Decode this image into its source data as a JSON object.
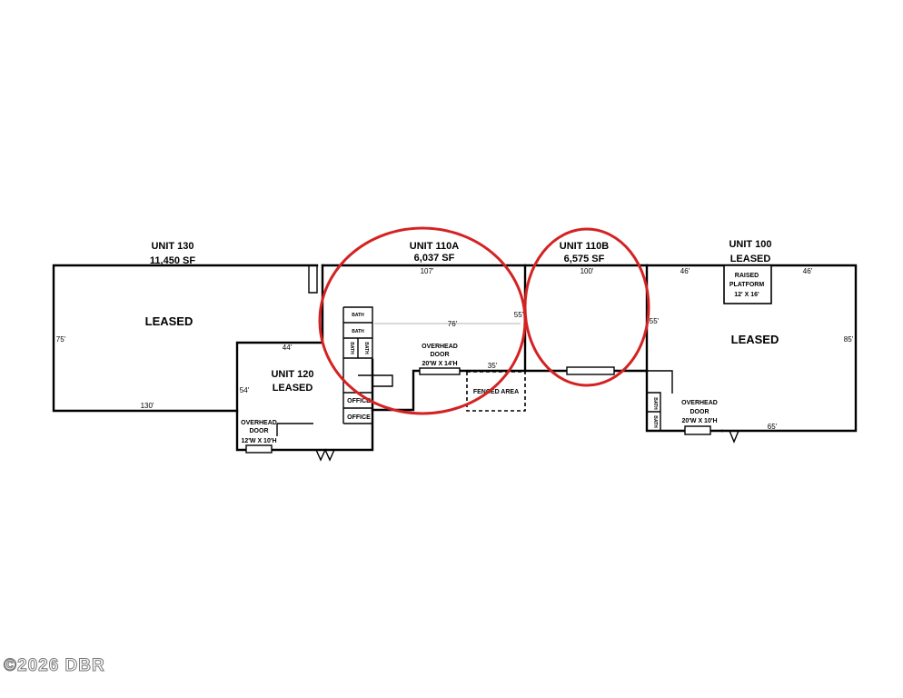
{
  "units": {
    "unit130": {
      "name": "UNIT 130",
      "area": "11,450 SF",
      "status": "LEASED"
    },
    "unit110a": {
      "name": "UNIT 110A",
      "area": "6,037 SF"
    },
    "unit110b": {
      "name": "UNIT 110B",
      "area": "6,575 SF"
    },
    "unit100": {
      "name": "UNIT 100",
      "status_top": "LEASED",
      "status": "LEASED"
    },
    "unit120": {
      "name": "UNIT 120",
      "status": "LEASED"
    }
  },
  "dimensions": {
    "d107": "107'",
    "d100": "100'",
    "d46a": "46'",
    "d46b": "46'",
    "d75": "75'",
    "d130": "130'",
    "d44": "44'",
    "d54": "54'",
    "d76": "76'",
    "d55a": "55'",
    "d55b": "55'",
    "d35": "35'",
    "d85": "85'",
    "d65": "65'"
  },
  "features": {
    "raised_platform": {
      "line1": "RAISED",
      "line2": "PLATFORM",
      "line3": "12' X 16'"
    },
    "overhead_110a": {
      "line1": "OVERHEAD",
      "line2": "DOOR",
      "line3": "20'W X 14'H"
    },
    "overhead_120": {
      "line1": "OVERHEAD",
      "line2": "DOOR",
      "line3": "12'W X 10'H"
    },
    "overhead_100": {
      "line1": "OVERHEAD",
      "line2": "DOOR",
      "line3": "20'W X 10'H"
    },
    "fenced_area": "FENCED AREA",
    "bath": "BATH",
    "office": "OFFICE"
  },
  "colors": {
    "circle": "#d42222",
    "walls": "#000000"
  },
  "watermark": "©2026 DBR"
}
